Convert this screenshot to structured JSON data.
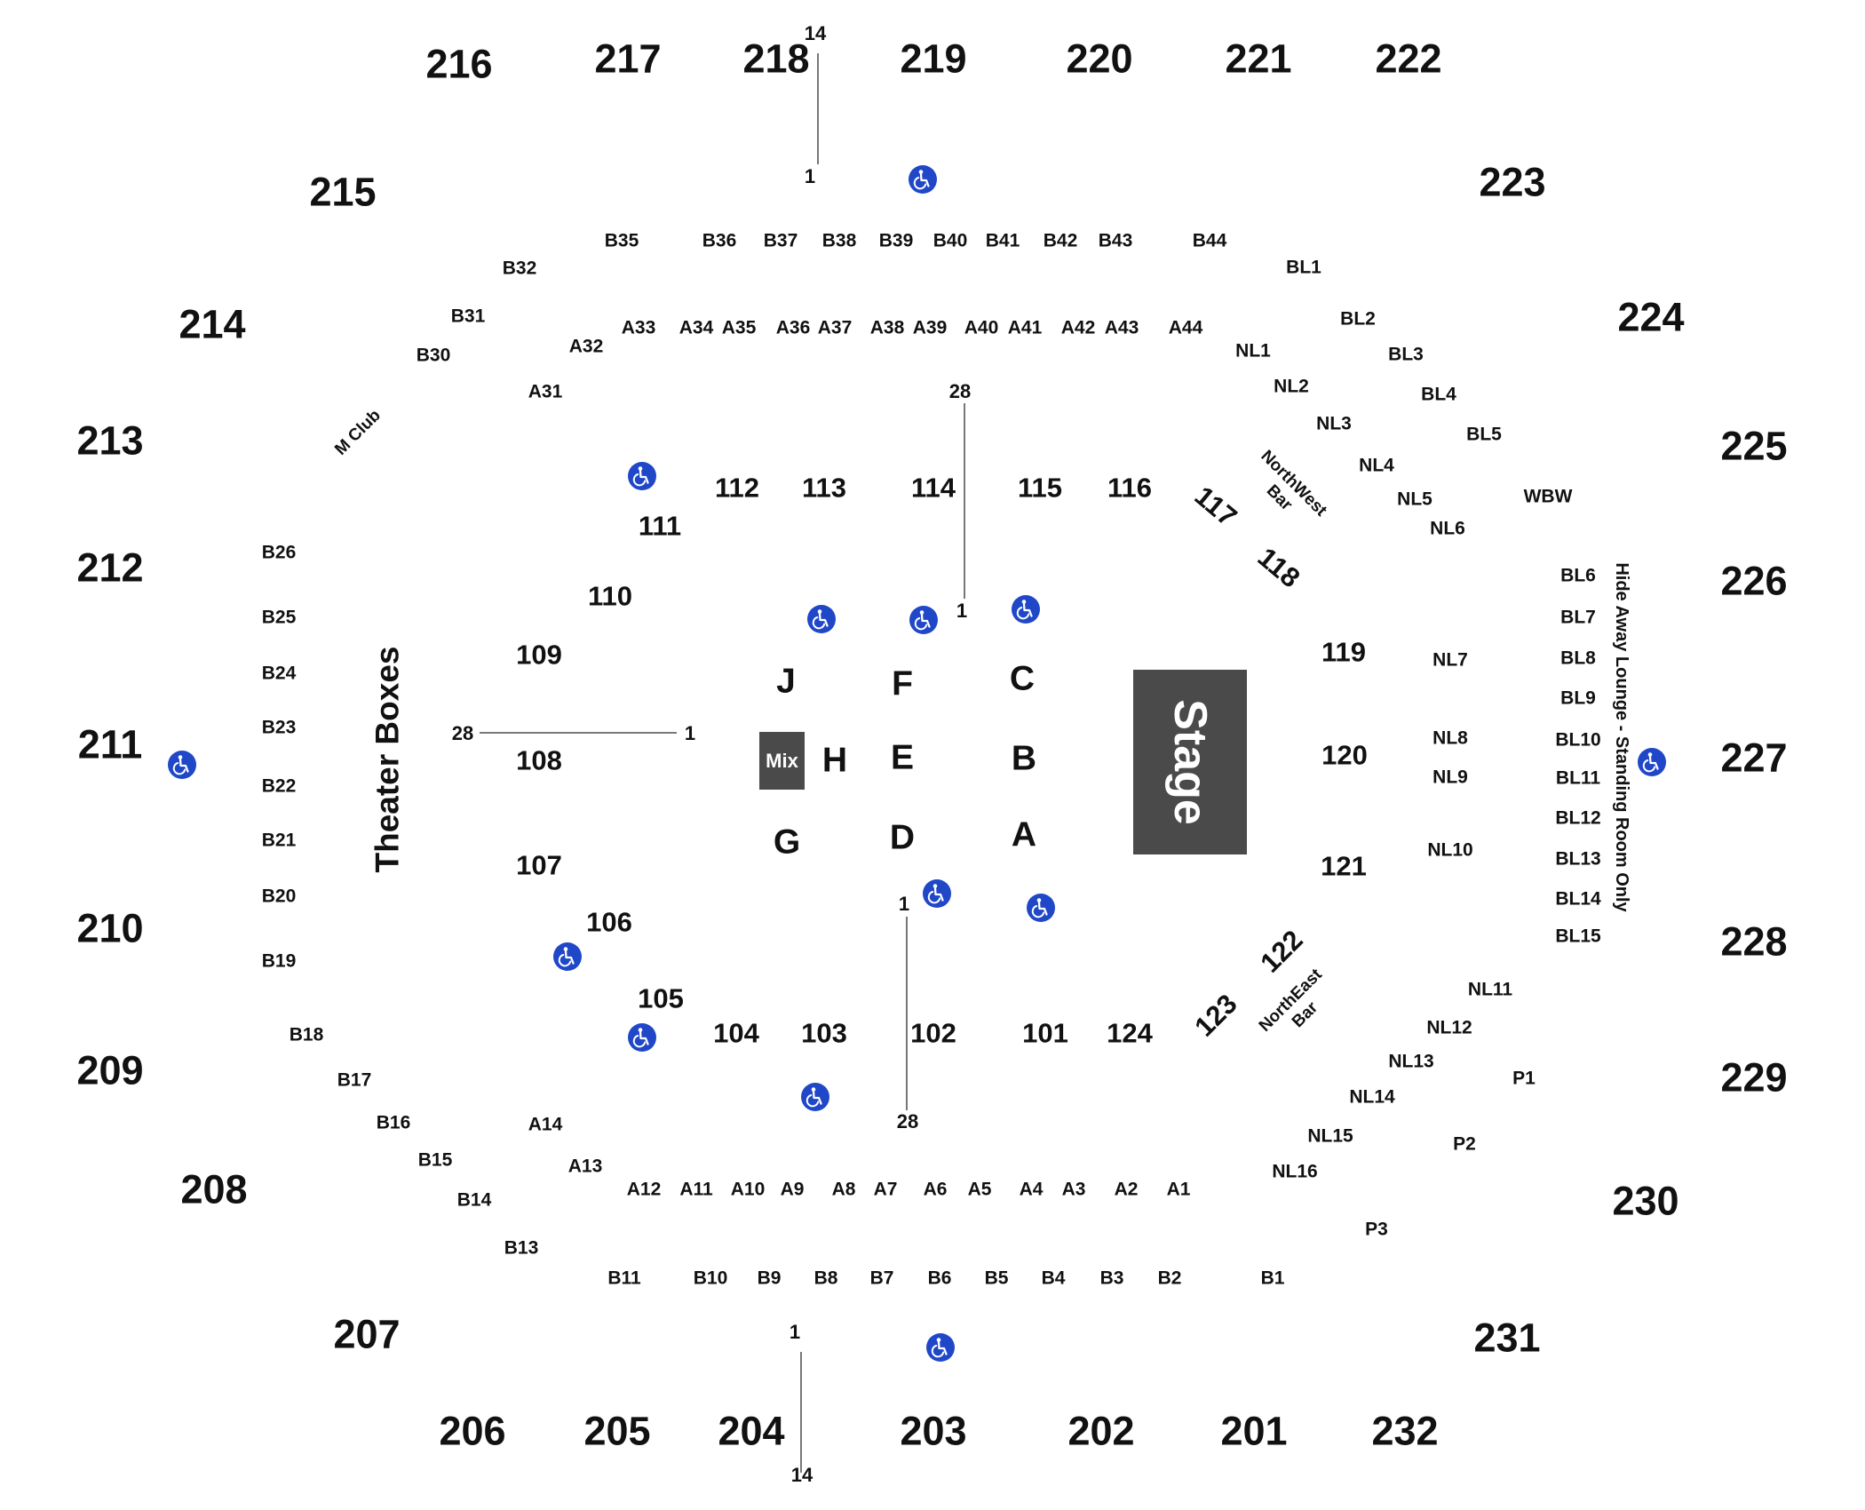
{
  "colors": {
    "background": "#ffffff",
    "text": "#111111",
    "stage": "#4a4a4a",
    "stage_text": "#ffffff",
    "ada": "#1f47c8",
    "divider": "#777777"
  },
  "stage_label": "Stage",
  "mix_label": "Mix",
  "theater_boxes_label": "Theater Boxes",
  "lounge_label": "Hide Away Lounge - Standing Room Only",
  "m_club_label": "M Club",
  "northwest_bar": [
    "NorthWest",
    "Bar"
  ],
  "northeast_bar": [
    "NorthEast",
    "Bar"
  ],
  "accessible_icon": "wheelchair-icon",
  "row_markers": {
    "upper_top": "14",
    "upper_bottom": "1",
    "north_top": "28",
    "north_bottom": "1",
    "west_left": "28",
    "west_right": "1",
    "south_top": "1",
    "south_bottom": "28",
    "lower_top": "1",
    "lower_bottom": "14"
  },
  "sections_200": [
    "201",
    "202",
    "203",
    "204",
    "205",
    "206",
    "207",
    "208",
    "209",
    "210",
    "211",
    "212",
    "213",
    "214",
    "215",
    "216",
    "217",
    "218",
    "219",
    "220",
    "221",
    "222",
    "223",
    "224",
    "225",
    "226",
    "227",
    "228",
    "229",
    "230",
    "231",
    "232"
  ],
  "sections_100": [
    "101",
    "102",
    "103",
    "104",
    "105",
    "106",
    "107",
    "108",
    "109",
    "110",
    "111",
    "112",
    "113",
    "114",
    "115",
    "116",
    "117",
    "118",
    "119",
    "120",
    "121",
    "122",
    "123",
    "124"
  ],
  "floor_sections": [
    "A",
    "B",
    "C",
    "D",
    "E",
    "F",
    "G",
    "H",
    "J"
  ],
  "boxes_a": [
    "A1",
    "A2",
    "A3",
    "A4",
    "A5",
    "A6",
    "A7",
    "A8",
    "A9",
    "A10",
    "A11",
    "A12",
    "A13",
    "A14",
    "A31",
    "A32",
    "A33",
    "A34",
    "A35",
    "A36",
    "A37",
    "A38",
    "A39",
    "A40",
    "A41",
    "A42",
    "A43",
    "A44"
  ],
  "boxes_b": [
    "B1",
    "B2",
    "B3",
    "B4",
    "B5",
    "B6",
    "B7",
    "B8",
    "B9",
    "B10",
    "B11",
    "B13",
    "B14",
    "B15",
    "B16",
    "B17",
    "B18",
    "B19",
    "B20",
    "B21",
    "B22",
    "B23",
    "B24",
    "B25",
    "B26",
    "B30",
    "B31",
    "B32",
    "B35",
    "B36",
    "B37",
    "B38",
    "B39",
    "B40",
    "B41",
    "B42",
    "B43",
    "B44"
  ],
  "boxes_nl": [
    "NL1",
    "NL2",
    "NL3",
    "NL4",
    "NL5",
    "NL6",
    "NL7",
    "NL8",
    "NL9",
    "NL10",
    "NL11",
    "NL12",
    "NL13",
    "NL14",
    "NL15",
    "NL16"
  ],
  "boxes_bl": [
    "BL1",
    "BL2",
    "BL3",
    "BL4",
    "BL5",
    "BL6",
    "BL7",
    "BL8",
    "BL9",
    "BL10",
    "BL11",
    "BL12",
    "BL13",
    "BL14",
    "BL15"
  ],
  "boxes_p": [
    "P1",
    "P2",
    "P3"
  ],
  "wbw_label": "WBW"
}
